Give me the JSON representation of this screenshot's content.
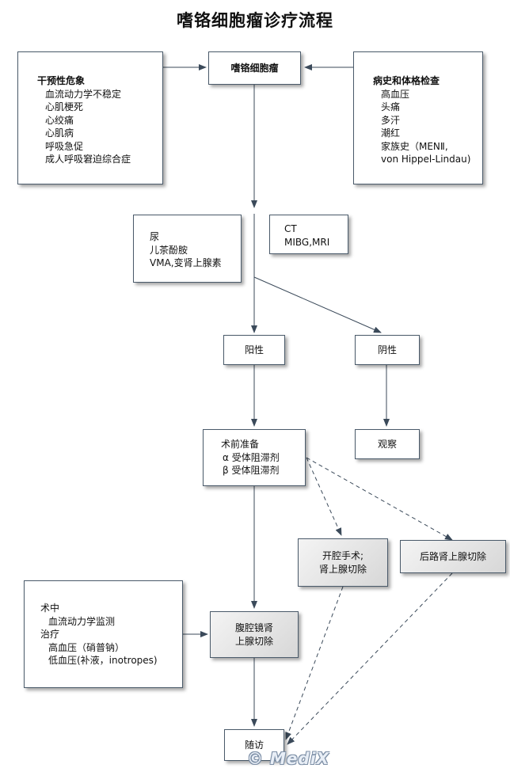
{
  "title": "嗜铬细胞瘤诊疗流程",
  "nodes": {
    "crisis": {
      "heading": "干预性危象",
      "items": [
        "血流动力学不稳定",
        "心肌梗死",
        "心绞痛",
        "心肌病",
        "呼吸急促",
        "成人呼吸窘迫综合症"
      ]
    },
    "pheo": {
      "label": "嗜铬细胞瘤"
    },
    "history": {
      "heading": "病史和体格检查",
      "items": [
        "高血压",
        "头痛",
        "多汗",
        "潮红",
        "家族史（MENⅡ,",
        "von Hippel-Lindau)"
      ]
    },
    "urine": {
      "lines": [
        "尿",
        "儿茶酚胺",
        "VMA,变肾上腺素"
      ]
    },
    "imaging": {
      "lines": [
        "CT",
        "MIBG,MRI"
      ]
    },
    "positive": {
      "label": "阳性"
    },
    "negative": {
      "label": "阴性"
    },
    "preop": {
      "lines": [
        "术前准备",
        "α 受体阻滞剂",
        "β 受体阻滞剂"
      ]
    },
    "observe": {
      "label": "观察"
    },
    "open_surgery": {
      "lines": [
        "开腔手术;",
        "肾上腺切除"
      ]
    },
    "retro": {
      "label": "后路肾上腺切除"
    },
    "intraop": {
      "lines": [
        "术中",
        "血流动力学监测",
        "治疗",
        "高血压（硝普钠）",
        "低血压(补液，inotropes)"
      ]
    },
    "lap": {
      "lines": [
        "腹腔镜肾",
        "上腺切除"
      ]
    },
    "followup": {
      "label": "随访"
    }
  },
  "watermark": "© MediX"
}
